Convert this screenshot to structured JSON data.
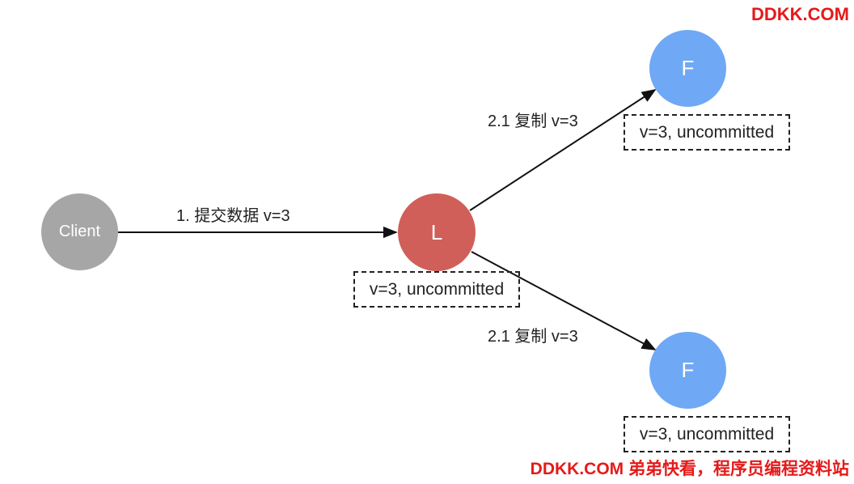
{
  "watermark": {
    "top": "DDKK.COM",
    "bottom": "DDKK.COM 弟弟快看，程序员编程资料站"
  },
  "nodes": {
    "client": {
      "label": "Client",
      "color": "#a6a6a6"
    },
    "leader": {
      "label": "L",
      "color": "#d05f59",
      "status": "v=3, uncommitted"
    },
    "follower_top": {
      "label": "F",
      "color": "#6fa8f5",
      "status": "v=3, uncommitted"
    },
    "follower_bottom": {
      "label": "F",
      "color": "#6fa8f5",
      "status": "v=3, uncommitted"
    }
  },
  "edges": {
    "submit": {
      "label": "1. 提交数据 v=3"
    },
    "replicate_top": {
      "label": "2.1 复制 v=3"
    },
    "replicate_bottom": {
      "label": "2.1 复制 v=3"
    }
  }
}
